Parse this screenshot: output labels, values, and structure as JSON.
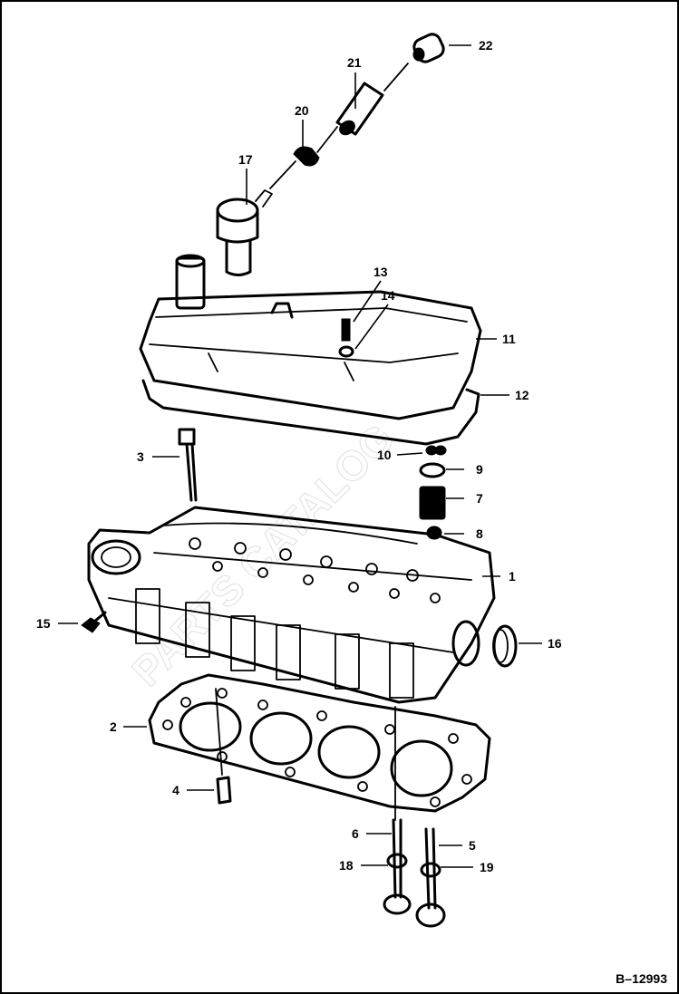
{
  "callouts": {
    "1": "1",
    "2": "2",
    "3": "3",
    "4": "4",
    "5": "5",
    "6": "6",
    "7": "7",
    "8": "8",
    "9": "9",
    "10": "10",
    "11": "11",
    "12": "12",
    "13": "13",
    "14": "14",
    "15": "15",
    "16": "16",
    "17": "17",
    "18": "18",
    "19": "19",
    "20": "20",
    "21": "21",
    "22": "22"
  },
  "figure_code": "B–12993",
  "watermark": "PARTS CATALOG"
}
